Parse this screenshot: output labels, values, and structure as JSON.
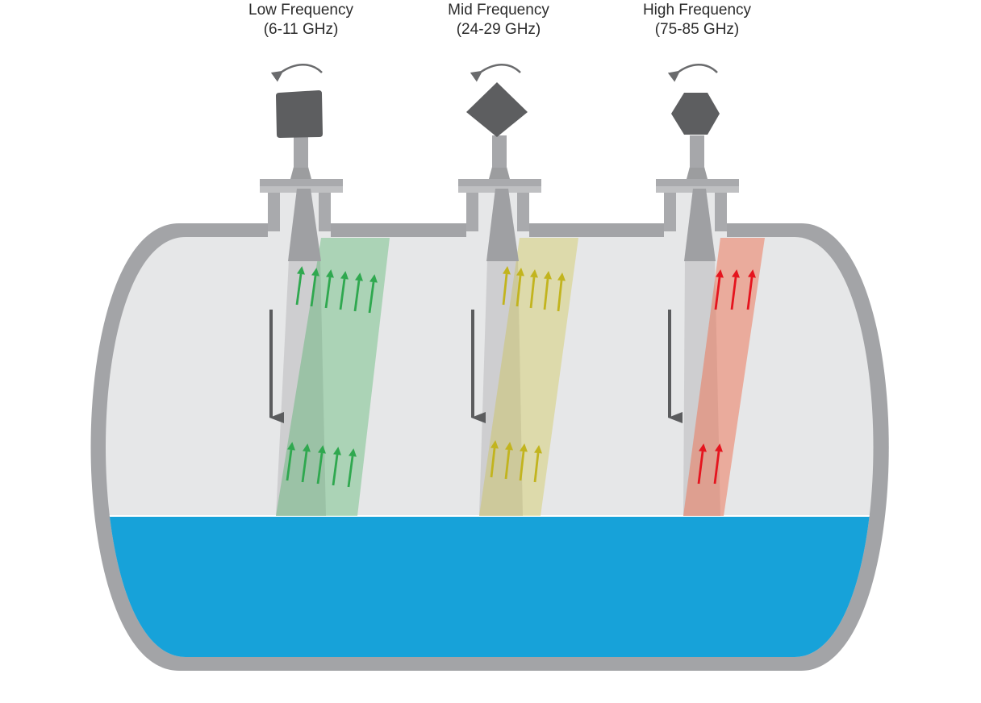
{
  "colors": {
    "background": "#ffffff",
    "tank_shell": "#a3a4a7",
    "tank_interior": "#e6e7e8",
    "liquid": "#17a2d9",
    "liquid_surface_line": "#ffffff",
    "sensor_body": "#5d5e60",
    "sensor_neck": "#9c9d9f",
    "nozzle": "#a9aaad",
    "horn": "#9fa0a3",
    "down_arrow": "#5b5c5e",
    "rotation_arrow": "#6a6b6d"
  },
  "radars": [
    {
      "key": "low",
      "title": "Low Frequency",
      "range": "(6-11 GHz)",
      "head_icon": "square-housing-icon",
      "beam_color": "#2fa84f",
      "arrow_color": "#2fa84f"
    },
    {
      "key": "mid",
      "title": "Mid Frequency",
      "range": "(24-29 GHz)",
      "head_icon": "diamond-housing-icon",
      "beam_color": "#c9bf2c",
      "arrow_color": "#c2b41e"
    },
    {
      "key": "high",
      "title": "High Frequency",
      "range": "(75-85 GHz)",
      "head_icon": "hexagon-housing-icon",
      "beam_color": "#ee6f4f",
      "arrow_color": "#e5141e"
    }
  ]
}
